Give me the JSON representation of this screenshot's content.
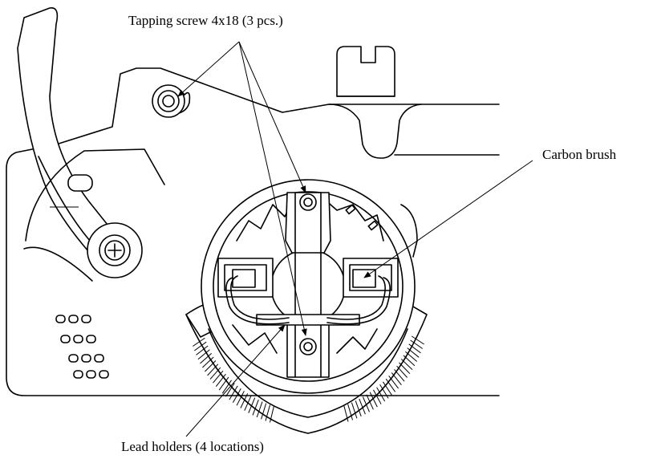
{
  "labels": {
    "tapping_screw": "Tapping screw 4x18 (3 pcs.)",
    "carbon_brush": "Carbon brush",
    "lead_holders": "Lead holders (4 locations)"
  }
}
